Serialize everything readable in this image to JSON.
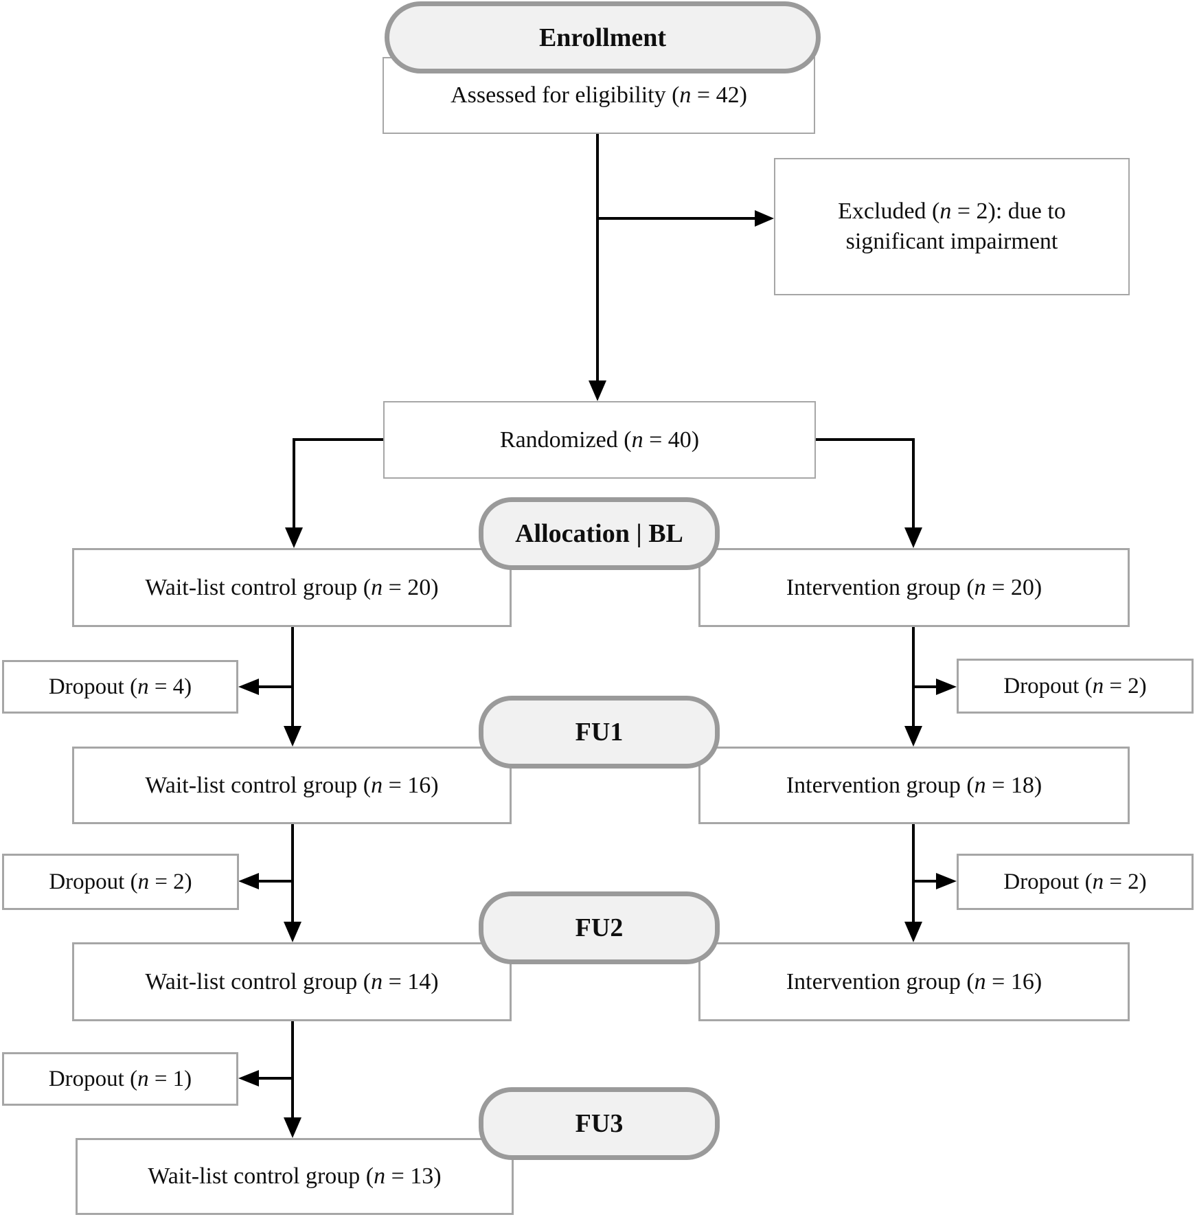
{
  "figure": {
    "kind": "CONSORT participant flow diagram",
    "colors": {
      "box_border": "#a6a6a6",
      "box_fill": "#ffffff",
      "pill_border": "#9a9a9a",
      "pill_fill": "#f1f1f1",
      "arrow": "#000000",
      "text": "#0f0f0f"
    }
  },
  "diagram": {
    "enrollment": {
      "stage_label": "Enrollment",
      "assessed": "Assessed for eligibility (n = 42)",
      "excluded_lines": [
        "Excluded (n = 2): due to",
        "significant impairment"
      ],
      "randomized": "Randomized (n = 40)"
    },
    "allocation": {
      "stage_label": "Allocation | BL",
      "left": "Wait-list control group (n = 20)",
      "right": "Intervention group (n = 20)"
    },
    "fu1": {
      "stage_label": "FU1",
      "dropout_left": "Dropout (n = 4)",
      "dropout_right": "Dropout (n = 2)",
      "left": "Wait-list control group (n = 16)",
      "right": "Intervention group (n = 18)"
    },
    "fu2": {
      "stage_label": "FU2",
      "dropout_left": "Dropout (n = 2)",
      "dropout_right": "Dropout (n = 2)",
      "left": "Wait-list control group (n = 14)",
      "right": "Intervention group (n = 16)"
    },
    "fu3": {
      "stage_label": "FU3",
      "dropout_left": "Dropout (n = 1)",
      "left": "Wait-list control group (n = 13)"
    }
  }
}
